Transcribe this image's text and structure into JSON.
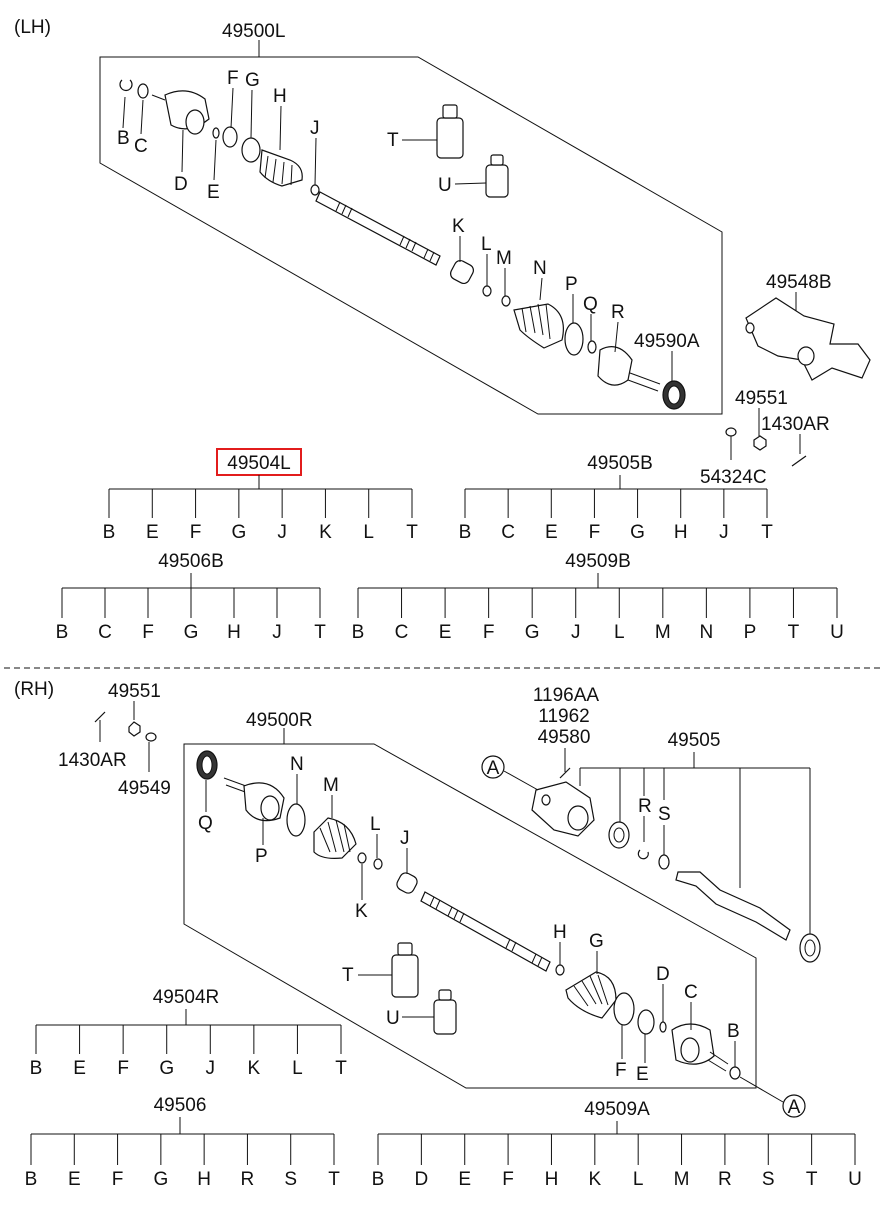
{
  "sections": {
    "lh": "(LH)",
    "rh": "(RH)"
  },
  "lh": {
    "assembly": "49500L",
    "letters": [
      "B",
      "C",
      "D",
      "E",
      "F",
      "G",
      "H",
      "J",
      "K",
      "L",
      "M",
      "N",
      "P",
      "Q",
      "R",
      "T",
      "U"
    ],
    "ring_part": "49590A",
    "bracket": {
      "part": "49548B",
      "nut": "49551",
      "bolt": "1430AR",
      "washer": "54324C"
    },
    "kits": {
      "k49504L": {
        "title": "49504L",
        "items": [
          "B",
          "E",
          "F",
          "G",
          "J",
          "K",
          "L",
          "T"
        ]
      },
      "k49505B": {
        "title": "49505B",
        "items": [
          "B",
          "C",
          "E",
          "F",
          "G",
          "H",
          "J",
          "T"
        ]
      },
      "k49506B": {
        "title": "49506B",
        "items": [
          "B",
          "C",
          "F",
          "G",
          "H",
          "J",
          "T"
        ]
      },
      "k49509B": {
        "title": "49509B",
        "items": [
          "B",
          "C",
          "E",
          "F",
          "G",
          "J",
          "L",
          "M",
          "N",
          "P",
          "T",
          "U"
        ]
      }
    }
  },
  "rh": {
    "assembly": "49500R",
    "nut": "49551",
    "bolt": "1430AR",
    "washer": "49549",
    "bearing_codes": [
      "1196AA",
      "11962",
      "49580"
    ],
    "shaft": "49505",
    "callout": "A",
    "letters": [
      "Q",
      "N",
      "M",
      "P",
      "L",
      "K",
      "J",
      "H",
      "G",
      "T",
      "U",
      "D",
      "C",
      "B",
      "F",
      "E",
      "R",
      "S"
    ],
    "kits": {
      "k49504R": {
        "title": "49504R",
        "items": [
          "B",
          "E",
          "F",
          "G",
          "J",
          "K",
          "L",
          "T"
        ]
      },
      "k49506": {
        "title": "49506",
        "items": [
          "B",
          "E",
          "F",
          "G",
          "H",
          "R",
          "S",
          "T"
        ]
      },
      "k49509A": {
        "title": "49509A",
        "items": [
          "B",
          "D",
          "E",
          "F",
          "H",
          "K",
          "L",
          "M",
          "R",
          "S",
          "T",
          "U"
        ]
      }
    }
  }
}
